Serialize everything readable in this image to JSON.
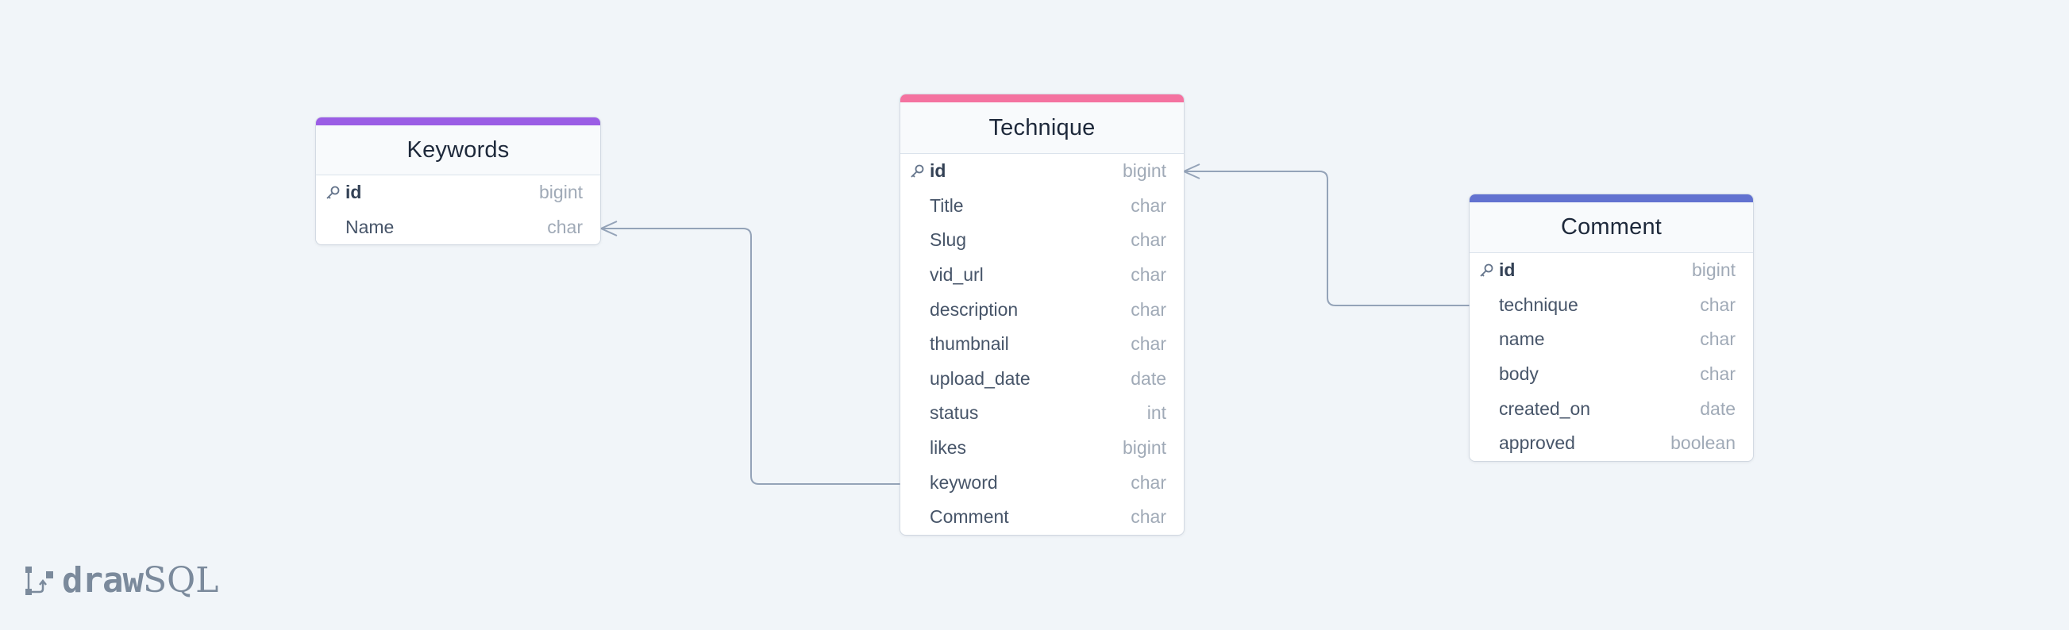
{
  "colors": {
    "background": "#f1f5f9",
    "keywords_accent": "#9b5de5",
    "technique_accent": "#f472a0",
    "comment_accent": "#6272d0",
    "relation_line": "#94a3b8"
  },
  "tables": {
    "keywords": {
      "name": "Keywords",
      "columns": [
        {
          "name": "id",
          "type": "bigint",
          "pk": true
        },
        {
          "name": "Name",
          "type": "char"
        }
      ]
    },
    "technique": {
      "name": "Technique",
      "columns": [
        {
          "name": "id",
          "type": "bigint",
          "pk": true
        },
        {
          "name": "Title",
          "type": "char"
        },
        {
          "name": "Slug",
          "type": "char"
        },
        {
          "name": "vid_url",
          "type": "char"
        },
        {
          "name": "description",
          "type": "char"
        },
        {
          "name": "thumbnail",
          "type": "char"
        },
        {
          "name": "upload_date",
          "type": "date"
        },
        {
          "name": "status",
          "type": "int"
        },
        {
          "name": "likes",
          "type": "bigint"
        },
        {
          "name": "keyword",
          "type": "char"
        },
        {
          "name": "Comment",
          "type": "char"
        }
      ]
    },
    "comment": {
      "name": "Comment",
      "columns": [
        {
          "name": "id",
          "type": "bigint",
          "pk": true
        },
        {
          "name": "technique",
          "type": "char"
        },
        {
          "name": "name",
          "type": "char"
        },
        {
          "name": "body",
          "type": "char"
        },
        {
          "name": "created_on",
          "type": "date"
        },
        {
          "name": "approved",
          "type": "boolean"
        }
      ]
    }
  },
  "relations": [
    {
      "from": "technique.keyword",
      "to": "keywords.Name",
      "to_end": "many"
    },
    {
      "from": "comment.technique",
      "to": "technique.id",
      "to_end": "many"
    }
  ],
  "logo": {
    "part1": "draw",
    "part2": "SQL"
  },
  "icons": {
    "primary_key": "key-icon",
    "logo_mark": "drawsql-logo-icon"
  }
}
